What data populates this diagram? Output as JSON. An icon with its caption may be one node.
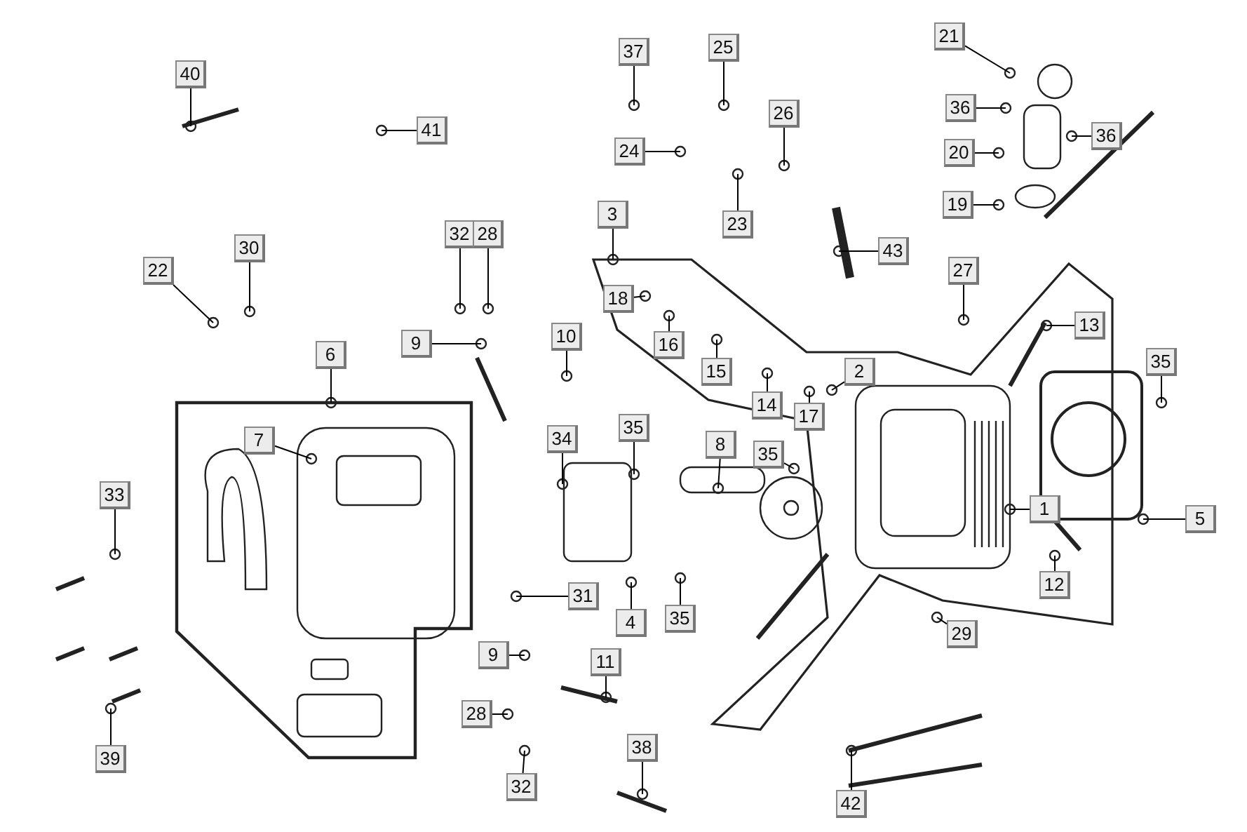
{
  "diagram": {
    "nodes": [
      {
        "text": [
          "37"
        ]
      },
      {
        "text": [
          "25"
        ]
      },
      {
        "text": [
          "21"
        ]
      },
      {
        "text": [
          "40"
        ]
      },
      {
        "text": [
          "26"
        ]
      },
      {
        "text": [
          "36"
        ]
      },
      {
        "text": [
          "41"
        ]
      },
      {
        "text": [
          "36"
        ]
      },
      {
        "text": [
          "24"
        ]
      },
      {
        "text": [
          "20"
        ]
      },
      {
        "text": [
          "19"
        ]
      },
      {
        "text": [
          "23"
        ]
      },
      {
        "text": [
          "3"
        ]
      },
      {
        "text": [
          "43"
        ]
      },
      {
        "text": [
          "30"
        ]
      },
      {
        "text": [
          "32"
        ]
      },
      {
        "text": [
          "28"
        ]
      },
      {
        "text": [
          "22"
        ]
      },
      {
        "text": [
          "27"
        ]
      },
      {
        "text": [
          "18"
        ]
      },
      {
        "text": [
          "13"
        ]
      },
      {
        "text": [
          "9"
        ]
      },
      {
        "text": [
          "16"
        ]
      },
      {
        "text": [
          "10"
        ]
      },
      {
        "text": [
          "6"
        ]
      },
      {
        "text": [
          "35"
        ]
      },
      {
        "text": [
          "15"
        ]
      },
      {
        "text": [
          "2"
        ]
      },
      {
        "text": [
          "14"
        ]
      },
      {
        "text": [
          "17"
        ]
      },
      {
        "text": [
          "7"
        ]
      },
      {
        "text": [
          "34"
        ]
      },
      {
        "text": [
          "35"
        ]
      },
      {
        "text": [
          "8"
        ]
      },
      {
        "text": [
          "35"
        ]
      },
      {
        "text": [
          "33"
        ]
      },
      {
        "text": [
          "1"
        ]
      },
      {
        "text": [
          "5"
        ]
      },
      {
        "text": [
          "31"
        ]
      },
      {
        "text": [
          "12"
        ]
      },
      {
        "text": [
          "4"
        ]
      },
      {
        "text": [
          "35"
        ]
      },
      {
        "text": [
          "29"
        ]
      },
      {
        "text": [
          "9"
        ]
      },
      {
        "text": [
          "11"
        ]
      },
      {
        "text": [
          "28"
        ]
      },
      {
        "text": [
          "39"
        ]
      },
      {
        "text": [
          "38"
        ]
      },
      {
        "text": [
          "32"
        ]
      },
      {
        "text": [
          "42"
        ]
      }
    ],
    "edges": [
      {
        "from": 0,
        "to": null,
        "arrow": "none"
      },
      {
        "from": 1,
        "to": null,
        "arrow": "none"
      },
      {
        "from": 2,
        "to": null,
        "arrow": "none"
      },
      {
        "from": 3,
        "to": null,
        "arrow": "none"
      },
      {
        "from": 4,
        "to": null,
        "arrow": "none"
      },
      {
        "from": 5,
        "to": null,
        "arrow": "none"
      },
      {
        "from": 6,
        "to": null,
        "arrow": "none"
      },
      {
        "from": 7,
        "to": null,
        "arrow": "none"
      },
      {
        "from": 8,
        "to": null,
        "arrow": "none"
      },
      {
        "from": 9,
        "to": null,
        "arrow": "none"
      },
      {
        "from": 10,
        "to": null,
        "arrow": "none"
      },
      {
        "from": 11,
        "to": null,
        "arrow": "none"
      },
      {
        "from": 12,
        "to": null,
        "arrow": "none"
      },
      {
        "from": 13,
        "to": null,
        "arrow": "none"
      },
      {
        "from": 14,
        "to": null,
        "arrow": "none"
      },
      {
        "from": 15,
        "to": null,
        "arrow": "none"
      },
      {
        "from": 16,
        "to": null,
        "arrow": "none"
      },
      {
        "from": 17,
        "to": null,
        "arrow": "none"
      },
      {
        "from": 18,
        "to": null,
        "arrow": "none"
      },
      {
        "from": 19,
        "to": null,
        "arrow": "none"
      },
      {
        "from": 20,
        "to": null,
        "arrow": "none"
      },
      {
        "from": 21,
        "to": null,
        "arrow": "none"
      },
      {
        "from": 22,
        "to": null,
        "arrow": "none"
      },
      {
        "from": 23,
        "to": null,
        "arrow": "none"
      },
      {
        "from": 24,
        "to": null,
        "arrow": "none"
      },
      {
        "from": 25,
        "to": null,
        "arrow": "none"
      },
      {
        "from": 26,
        "to": null,
        "arrow": "none"
      },
      {
        "from": 27,
        "to": null,
        "arrow": "none"
      },
      {
        "from": 28,
        "to": null,
        "arrow": "none"
      },
      {
        "from": 29,
        "to": null,
        "arrow": "none"
      },
      {
        "from": 30,
        "to": null,
        "arrow": "none"
      },
      {
        "from": 31,
        "to": null,
        "arrow": "none"
      },
      {
        "from": 32,
        "to": null,
        "arrow": "none"
      },
      {
        "from": 33,
        "to": null,
        "arrow": "none"
      },
      {
        "from": 34,
        "to": null,
        "arrow": "none"
      },
      {
        "from": 35,
        "to": null,
        "arrow": "none"
      },
      {
        "from": 36,
        "to": null,
        "arrow": "none"
      },
      {
        "from": 37,
        "to": null,
        "arrow": "none"
      },
      {
        "from": 38,
        "to": null,
        "arrow": "none"
      },
      {
        "from": 39,
        "to": null,
        "arrow": "none"
      },
      {
        "from": 40,
        "to": null,
        "arrow": "none"
      },
      {
        "from": 41,
        "to": null,
        "arrow": "none"
      },
      {
        "from": 42,
        "to": null,
        "arrow": "none"
      },
      {
        "from": 43,
        "to": null,
        "arrow": "none"
      },
      {
        "from": 44,
        "to": null,
        "arrow": "none"
      },
      {
        "from": 45,
        "to": null,
        "arrow": "none"
      },
      {
        "from": 46,
        "to": null,
        "arrow": "none"
      },
      {
        "from": 47,
        "to": null,
        "arrow": "none"
      },
      {
        "from": 48,
        "to": null,
        "arrow": "none"
      },
      {
        "from": 49,
        "to": null,
        "arrow": "none"
      }
    ]
  }
}
